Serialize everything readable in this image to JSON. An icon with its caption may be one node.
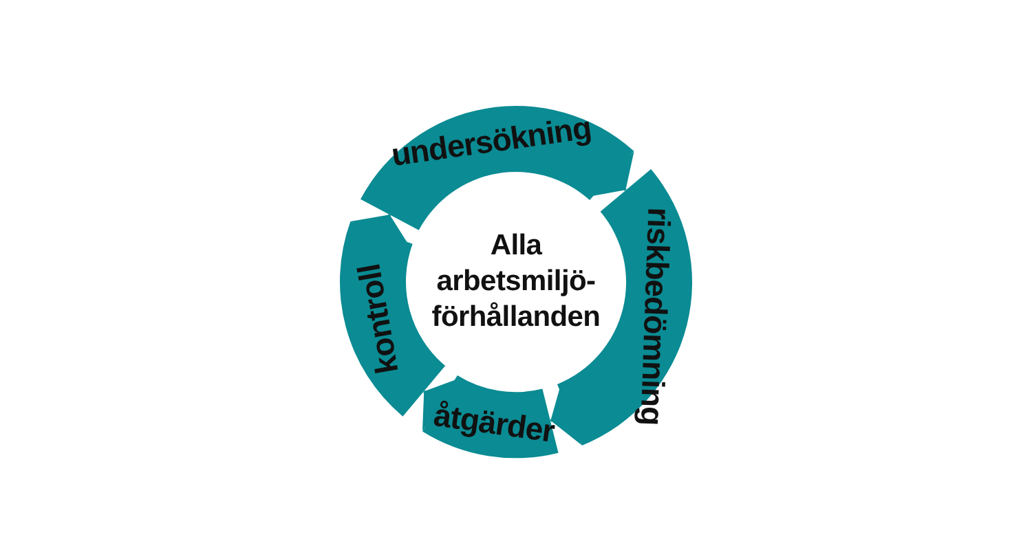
{
  "diagram": {
    "nodes": [
      {
        "text": [
          "undersökning"
        ]
      },
      {
        "text": [
          "riskbedömning"
        ]
      },
      {
        "text": [
          "åtgärder"
        ]
      },
      {
        "text": [
          "kontroll"
        ]
      },
      {
        "text": [
          "Alla arbetsmiljö- förhållanden"
        ]
      }
    ],
    "edges": [
      {
        "from": 0,
        "to": 1,
        "arrow": "to"
      },
      {
        "from": 1,
        "to": 2,
        "arrow": "to"
      },
      {
        "from": 2,
        "to": 3,
        "arrow": "to"
      },
      {
        "from": 3,
        "to": 0,
        "arrow": "to"
      }
    ]
  }
}
